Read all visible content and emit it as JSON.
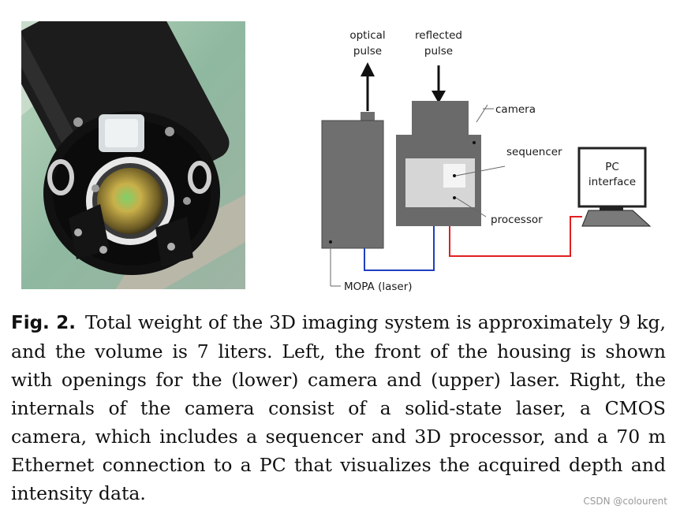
{
  "figure": {
    "label": "Fig. 2.",
    "caption": "Total weight of the 3D imaging system is approximately 9 kg, and the volume is 7 liters. Left, the front of the housing is shown with openings for the (lower) camera and (upper) laser. Right, the internals of the camera consist of a solid-state laser, a CMOS camera, which includes a sequencer and 3D processor, and a 70 m Ethernet connection to a PC that visualizes the acquired depth and intensity data."
  },
  "diagram": {
    "optical_pulse_line1": "optical",
    "optical_pulse_line2": "pulse",
    "reflected_pulse_line1": "reflected",
    "reflected_pulse_line2": "pulse",
    "camera_label": "camera",
    "sequencer_label": "sequencer",
    "processor_label": "processor",
    "pc_line1": "PC",
    "pc_line2": "interface",
    "mopa_label": "MOPA (laser)",
    "colors": {
      "laser_cable": "#1f3fbf",
      "pc_cable": "#e02020",
      "laser_body": "#6f6f6f",
      "camera_body": "#6a6a6a"
    }
  },
  "watermark": "CSDN @colourent"
}
